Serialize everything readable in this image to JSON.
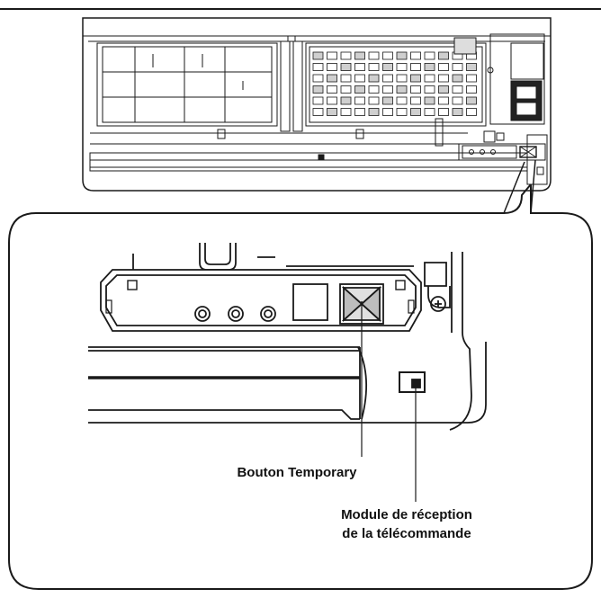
{
  "labels": {
    "temporary_button": "Bouton Temporary",
    "remote_module_line1": "Module de réception",
    "remote_module_line2": "de la télécommande"
  },
  "colors": {
    "line": "#1a1a1a",
    "background": "#ffffff",
    "grey_fill": "#e6e6e6"
  }
}
